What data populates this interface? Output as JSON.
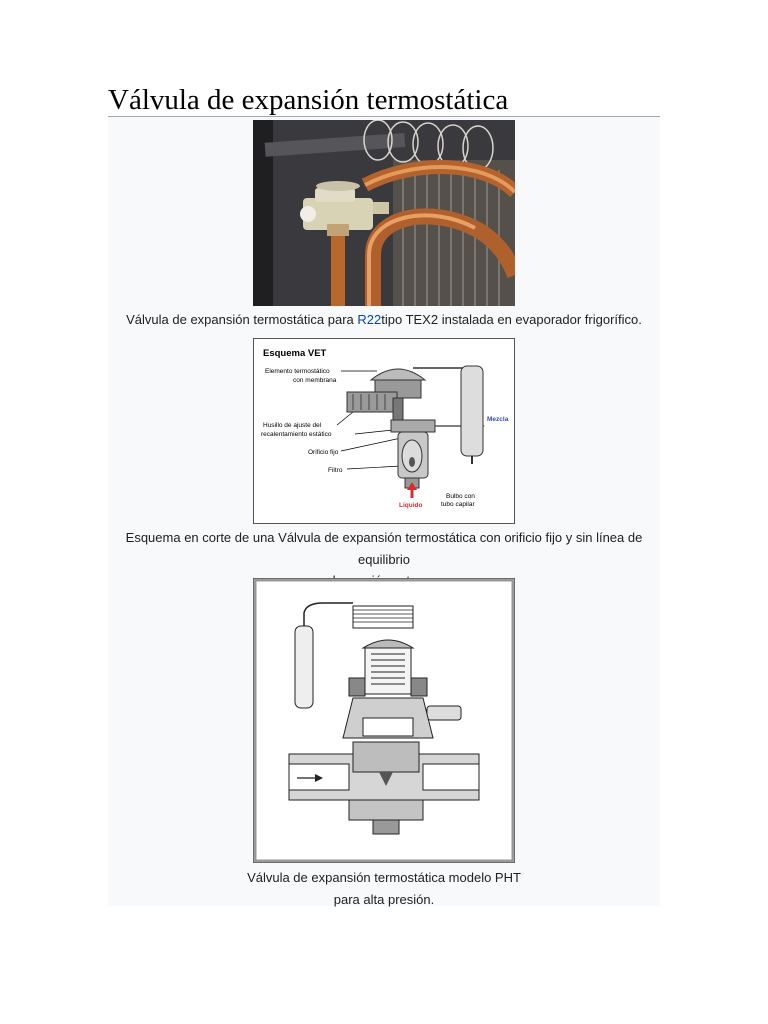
{
  "title": "Válvula de expansión termostática",
  "caption1": {
    "before": "Válvula de expansión termostática para ",
    "link": "R22",
    "after": "tipo TEX2 instalada en evaporador frigorífico."
  },
  "schema": {
    "heading": "Esquema VET",
    "label_element_1": "Elemento termostático",
    "label_element_2": "con membrana",
    "label_screw_1": "Husillo de ajuste  del",
    "label_screw_2": "recalentamiento estático",
    "label_orifice": "Orificio fijo",
    "label_filter": "Filtro",
    "label_mix": "Mezcla",
    "label_liquid": "Líquido",
    "label_bulb_1": "Bulbo con",
    "label_bulb_2": "tubo capilar"
  },
  "caption2": {
    "line1": "Esquema en corte de una Válvula de expansión termostática con orificio fijo y sin línea de equilibrio",
    "line2": "de presión externa."
  },
  "caption3": {
    "line1": "Válvula de expansión termostática modelo PHT",
    "line2": "para alta presión."
  },
  "colors": {
    "link": "#0645ad",
    "liquid": "#d32f2f",
    "mix": "#3949ab"
  }
}
